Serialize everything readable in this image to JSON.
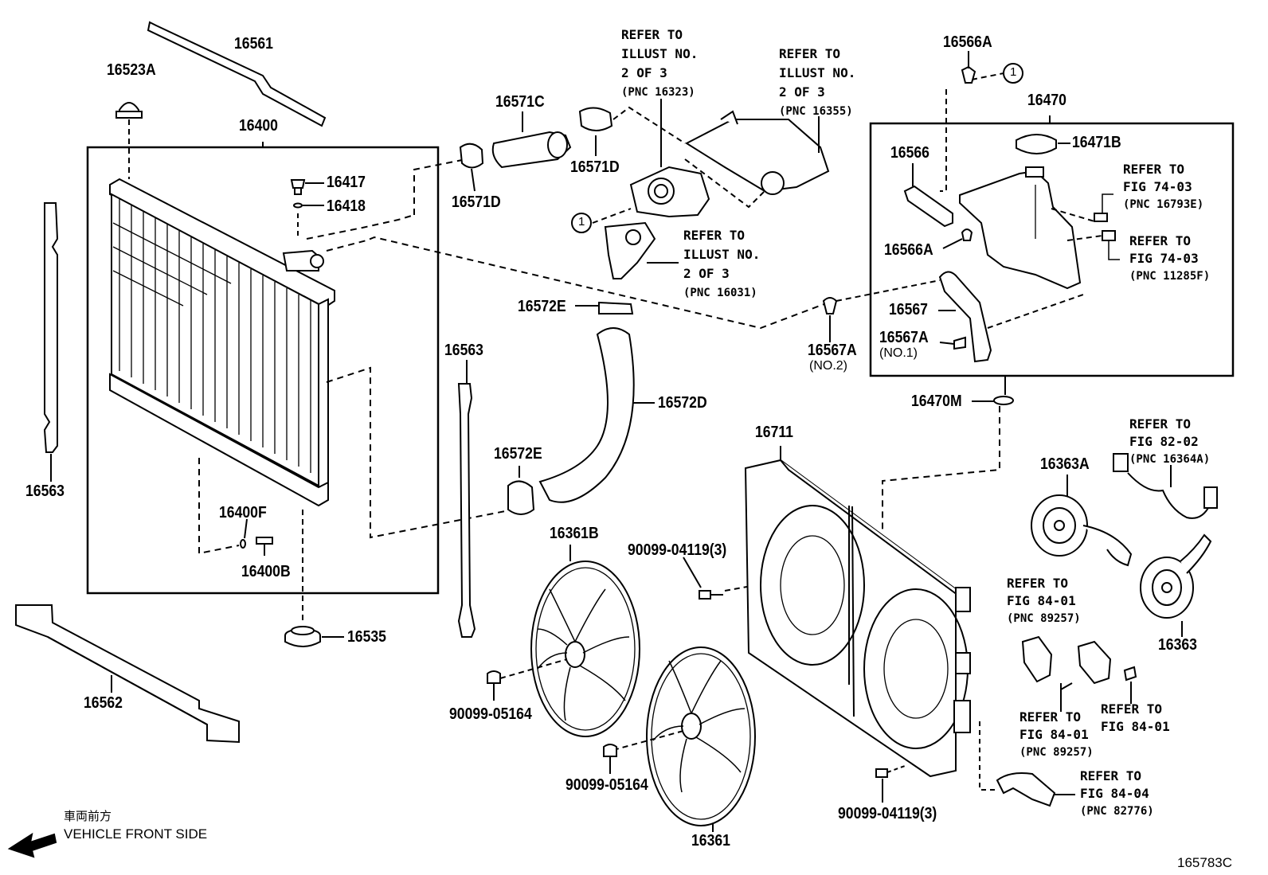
{
  "parts": {
    "p16561": "16561",
    "p16523A": "16523A",
    "p16400": "16400",
    "p16417": "16417",
    "p16418": "16418",
    "p16563_left": "16563",
    "p16563_mid": "16563",
    "p16400F": "16400F",
    "p16400B": "16400B",
    "p16535": "16535",
    "p16562": "16562",
    "p16571C": "16571C",
    "p16571D_a": "16571D",
    "p16571D_b": "16571D",
    "p16572E_a": "16572E",
    "p16572D": "16572D",
    "p16572E_b": "16572E",
    "p16361B": "16361B",
    "p16361": "16361",
    "p90099_05164_a": "90099-05164",
    "p90099_05164_b": "90099-05164",
    "p90099_04119_a": "90099-04119(3)",
    "p90099_04119_b": "90099-04119(3)",
    "p16711": "16711",
    "p16566A_top": "16566A",
    "p16470": "16470",
    "p16471B": "16471B",
    "p16566": "16566",
    "p16566A_mid": "16566A",
    "p16567": "16567",
    "p16567A": "16567A",
    "p16567A_sub": "(NO.1)",
    "p16567A_2": "16567A",
    "p16567A_2_sub": "(NO.2)",
    "p16470M": "16470M",
    "p16363A": "16363A",
    "p16363": "16363"
  },
  "refs": {
    "r1": {
      "l1": "REFER TO",
      "l2": "ILLUST NO.",
      "l3": "2 OF 3",
      "l4": "(PNC 16323)"
    },
    "r2": {
      "l1": "REFER TO",
      "l2": "ILLUST NO.",
      "l3": "2 OF 3",
      "l4": "(PNC 16355)"
    },
    "r3": {
      "l1": "REFER TO",
      "l2": "ILLUST NO.",
      "l3": "2 OF 3",
      "l4": "(PNC 16031)"
    },
    "r4": {
      "l1": "REFER TO",
      "l2": "FIG 74-03",
      "l3": "(PNC 16793E)"
    },
    "r5": {
      "l1": "REFER TO",
      "l2": "FIG 74-03",
      "l3": "(PNC 11285F)"
    },
    "r6": {
      "l1": "REFER TO",
      "l2": "FIG 82-02",
      "l3": "(PNC 16364A)"
    },
    "r7": {
      "l1": "REFER TO",
      "l2": "FIG 84-01",
      "l3": "(PNC 89257)"
    },
    "r8": {
      "l1": "REFER TO",
      "l2": "FIG 84-01",
      "l3": "(PNC 89257)"
    },
    "r9": {
      "l1": "REFER TO",
      "l2": "FIG 84-01"
    },
    "r10": {
      "l1": "REFER TO",
      "l2": "FIG 84-04",
      "l3": "(PNC 82776)"
    }
  },
  "circle_marker": "1",
  "direction": {
    "jp": "車両前方",
    "en": "VEHICLE FRONT SIDE"
  },
  "figure_id": "165783C"
}
